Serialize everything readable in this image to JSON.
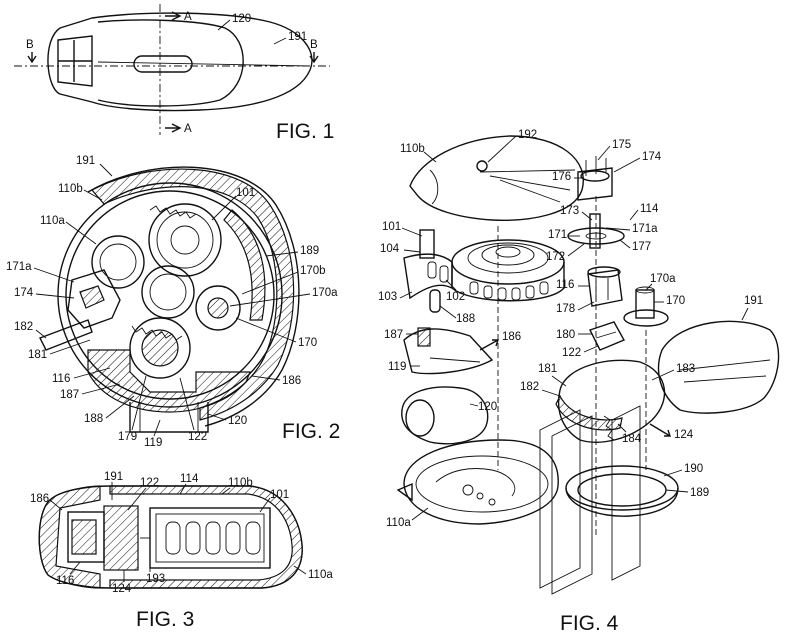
{
  "figures": {
    "fig1": {
      "label": "FIG. 1",
      "refs": {
        "section_a_top": "A",
        "section_a_bottom": "A",
        "section_b_left": "B",
        "section_b_right": "B",
        "r120": "120",
        "r191": "191"
      }
    },
    "fig2": {
      "label": "FIG. 2",
      "refs": {
        "r191": "191",
        "r110b": "110b",
        "r110a": "110a",
        "r101": "101",
        "r189": "189",
        "r170b": "170b",
        "r170a": "170a",
        "r170": "170",
        "r171a": "171a",
        "r174": "174",
        "r182": "182",
        "r181": "181",
        "r116": "116",
        "r187": "187",
        "r188": "188",
        "r179": "179",
        "r119": "119",
        "r122": "122",
        "r120": "120",
        "r186": "186"
      }
    },
    "fig3": {
      "label": "FIG. 3",
      "refs": {
        "r186": "186",
        "r191": "191",
        "r122": "122",
        "r114": "114",
        "r110b": "110b",
        "r101": "101",
        "r116": "116",
        "r124": "124",
        "r193": "193",
        "r110a": "110a"
      }
    },
    "fig4": {
      "label": "FIG. 4",
      "refs": {
        "r110b": "110b",
        "r192": "192",
        "r175": "175",
        "r174": "174",
        "r176": "176",
        "r173": "173",
        "r114": "114",
        "r171": "171",
        "r171a": "171a",
        "r177": "177",
        "r172": "172",
        "r101": "101",
        "r104": "104",
        "r103": "103",
        "r102": "102",
        "r188": "188",
        "r116": "116",
        "r170a": "170a",
        "r178": "178",
        "r170": "170",
        "r191": "191",
        "r187": "187",
        "r186": "186",
        "r180": "180",
        "r122": "122",
        "r119": "119",
        "r181": "181",
        "r183": "183",
        "r182": "182",
        "r120": "120",
        "r124": "124",
        "r184": "184",
        "r190": "190",
        "r189": "189",
        "r110a": "110a"
      }
    }
  }
}
